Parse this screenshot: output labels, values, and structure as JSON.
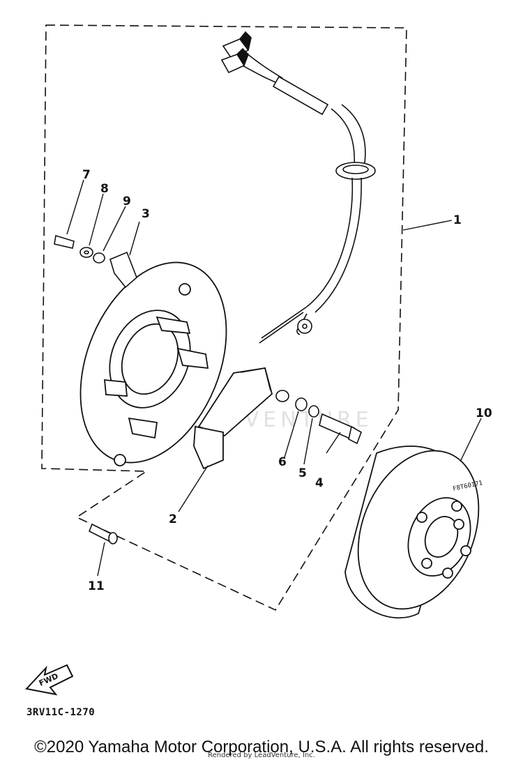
{
  "callouts": [
    {
      "id": "1",
      "label": "1"
    },
    {
      "id": "2",
      "label": "2"
    },
    {
      "id": "3",
      "label": "3"
    },
    {
      "id": "4",
      "label": "4"
    },
    {
      "id": "5",
      "label": "5"
    },
    {
      "id": "6",
      "label": "6"
    },
    {
      "id": "7",
      "label": "7"
    },
    {
      "id": "8",
      "label": "8"
    },
    {
      "id": "9",
      "label": "9"
    },
    {
      "id": "10",
      "label": "10"
    },
    {
      "id": "11",
      "label": "11"
    }
  ],
  "fwd_label": "FWD",
  "diagram_code": "3RV11C-1270",
  "copyright": "©2020 Yamaha Motor Corporation, U.S.A. All rights reserved.",
  "render_note": "Rendered by LeadVenture, Inc.",
  "watermark": "LEADVENTURE",
  "rotor_marking": "F8T60171"
}
